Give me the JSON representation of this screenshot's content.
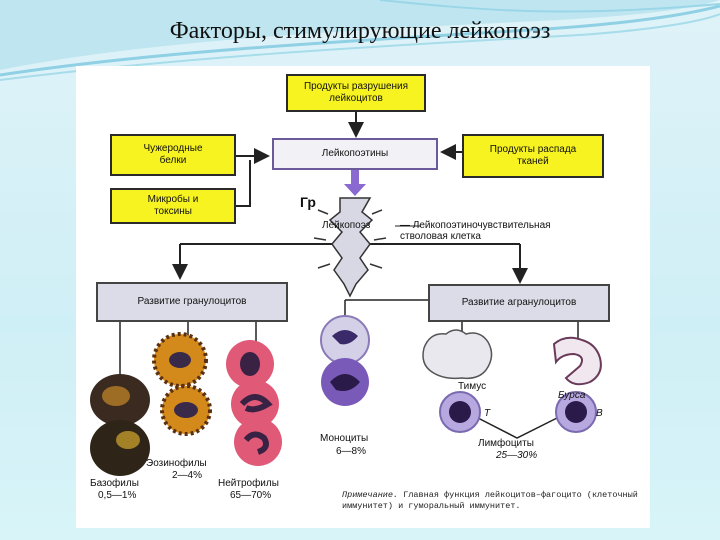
{
  "slide_title": "Факторы, стимулирующие лейкопоэз",
  "boxes": {
    "destruction": "Продукты разрушения лейкоцитов",
    "foreign": "Чужеродные белки",
    "leukopoietins": "Лейкопоэтины",
    "tissue": "Продукты распада тканей",
    "microbes": "Микробы и токсины",
    "granulo": "Развитие гранулоцитов",
    "agranulo": "Развитие агранулоцитов"
  },
  "labels": {
    "gr": "Гр",
    "leukopoiesis": "Лейкопоэз",
    "stem_cell": "— Лейкопоэтиночувствительная стволовая клетка",
    "basophils": "Базофилы",
    "basophils_pct": "0,5—1%",
    "eosinophils": "Эозинофилы",
    "eosinophils_pct": "2—4%",
    "neutrophils": "Нейтрофилы",
    "neutrophils_pct": "65—70%",
    "monocytes": "Моноциты",
    "monocytes_pct": "6—8%",
    "thymus": "Тимус",
    "bursa": "Бурса",
    "t": "Т",
    "b": "В",
    "lymphocytes": "Лимфоциты",
    "lymphocytes_pct": "25—30%"
  },
  "note": {
    "prefix": "Примечание.",
    "text": "Главная функция лейкоцитов–фагоцито (клеточный иммунитет) и гуморальный иммунитет."
  },
  "colors": {
    "yellow_box": "#f7f320",
    "arrow_purple": "#8a6ad0",
    "cell_violet": "#6a4aa8",
    "eosin_orange": "#d48a1a",
    "neutro_pink": "#e05a78"
  }
}
